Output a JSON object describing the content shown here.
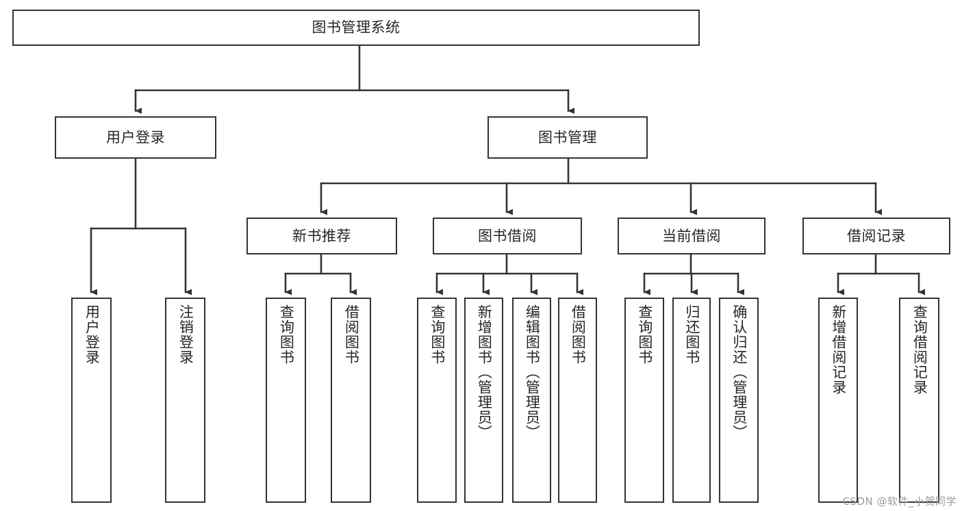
{
  "diagram": {
    "title": "图书管理系统",
    "watermark": "CSDN @软件_小贺同学",
    "stroke_color": "#333333",
    "text_color": "#262626",
    "background_color": "#ffffff",
    "nodes": {
      "root": {
        "label": "图书管理系统"
      },
      "level2": [
        {
          "label": "用户登录"
        },
        {
          "label": "图书管理"
        }
      ],
      "level3": [
        {
          "label": "新书推荐"
        },
        {
          "label": "图书借阅"
        },
        {
          "label": "当前借阅"
        },
        {
          "label": "借阅记录"
        }
      ],
      "leaves": {
        "user_login": [
          {
            "label": "用户登录"
          },
          {
            "label": "注销登录"
          }
        ],
        "new_book_recommend": [
          {
            "label": "查询图书"
          },
          {
            "label": "借阅图书"
          }
        ],
        "book_borrow": [
          {
            "label": "查询图书"
          },
          {
            "label": "新增图书（管理员）"
          },
          {
            "label": "编辑图书（管理员）"
          },
          {
            "label": "借阅图书"
          }
        ],
        "current_borrow": [
          {
            "label": "查询图书"
          },
          {
            "label": "归还图书"
          },
          {
            "label": "确认归还（管理员）"
          }
        ],
        "borrow_record": [
          {
            "label": "新增借阅记录"
          },
          {
            "label": "查询借阅记录"
          }
        ]
      }
    }
  }
}
